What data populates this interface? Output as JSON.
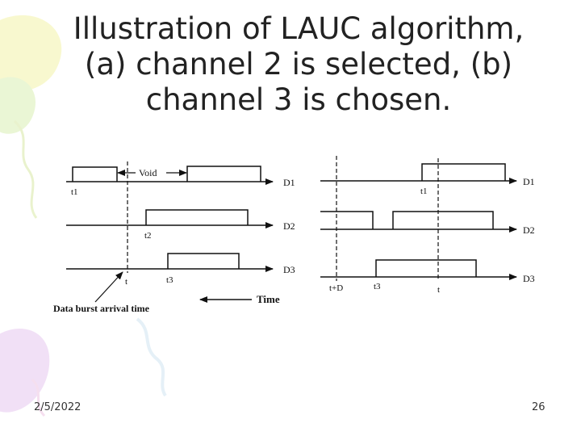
{
  "slide": {
    "title_lines": [
      "Illustration of LAUC algorithm,",
      "(a) channel 2 is selected, (b)",
      "channel 3 is chosen."
    ],
    "date": "2/5/2022",
    "page_number": "26"
  },
  "diagram": {
    "panel_a": {
      "void_label": "Void",
      "channels": [
        "D1",
        "D2",
        "D3"
      ],
      "time_labels": [
        "t1",
        "t2",
        "t3",
        "t"
      ],
      "arrival_label": "Data burst arrival time",
      "time_axis_label": "Time"
    },
    "panel_b": {
      "channels": [
        "D1",
        "D2",
        "D3"
      ],
      "time_labels": [
        "t1",
        "t3",
        "t",
        "t+D"
      ]
    }
  }
}
